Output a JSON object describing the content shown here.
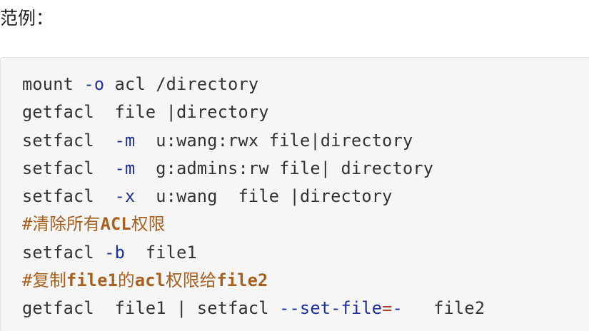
{
  "heading": "范例：",
  "code_lines": [
    [
      {
        "t": "mount ",
        "k": "plain"
      },
      {
        "t": "-o",
        "k": "flag"
      },
      {
        "t": " acl /directory",
        "k": "plain"
      }
    ],
    [
      {
        "t": "getfacl  file |directory",
        "k": "plain"
      }
    ],
    [
      {
        "t": "setfacl  ",
        "k": "plain"
      },
      {
        "t": "-m",
        "k": "flag"
      },
      {
        "t": "  u:wang:rwx file|directory",
        "k": "plain"
      }
    ],
    [
      {
        "t": "setfacl  ",
        "k": "plain"
      },
      {
        "t": "-m",
        "k": "flag"
      },
      {
        "t": "  g:admins:rw file| directory",
        "k": "plain"
      }
    ],
    [
      {
        "t": "setfacl  ",
        "k": "plain"
      },
      {
        "t": "-x",
        "k": "flag"
      },
      {
        "t": "  u:wang  file |directory",
        "k": "plain"
      }
    ],
    [
      {
        "t": "#清除所有",
        "k": "comment"
      },
      {
        "t": "ACL",
        "k": "comment-ascii"
      },
      {
        "t": "权限",
        "k": "comment"
      }
    ],
    [
      {
        "t": "setfacl ",
        "k": "plain"
      },
      {
        "t": "-b",
        "k": "flag"
      },
      {
        "t": "  file1",
        "k": "plain"
      }
    ],
    [
      {
        "t": "#复制",
        "k": "comment"
      },
      {
        "t": "file1",
        "k": "comment-ascii"
      },
      {
        "t": "的",
        "k": "comment"
      },
      {
        "t": "acl",
        "k": "comment-ascii"
      },
      {
        "t": "权限给",
        "k": "comment"
      },
      {
        "t": "file2",
        "k": "comment-ascii"
      }
    ],
    [
      {
        "t": "getfacl  file1 | setfacl ",
        "k": "plain"
      },
      {
        "t": "--set-file",
        "k": "flag"
      },
      {
        "t": "=",
        "k": "op"
      },
      {
        "t": "-",
        "k": "flag"
      },
      {
        "t": "   file2",
        "k": "plain"
      }
    ]
  ]
}
